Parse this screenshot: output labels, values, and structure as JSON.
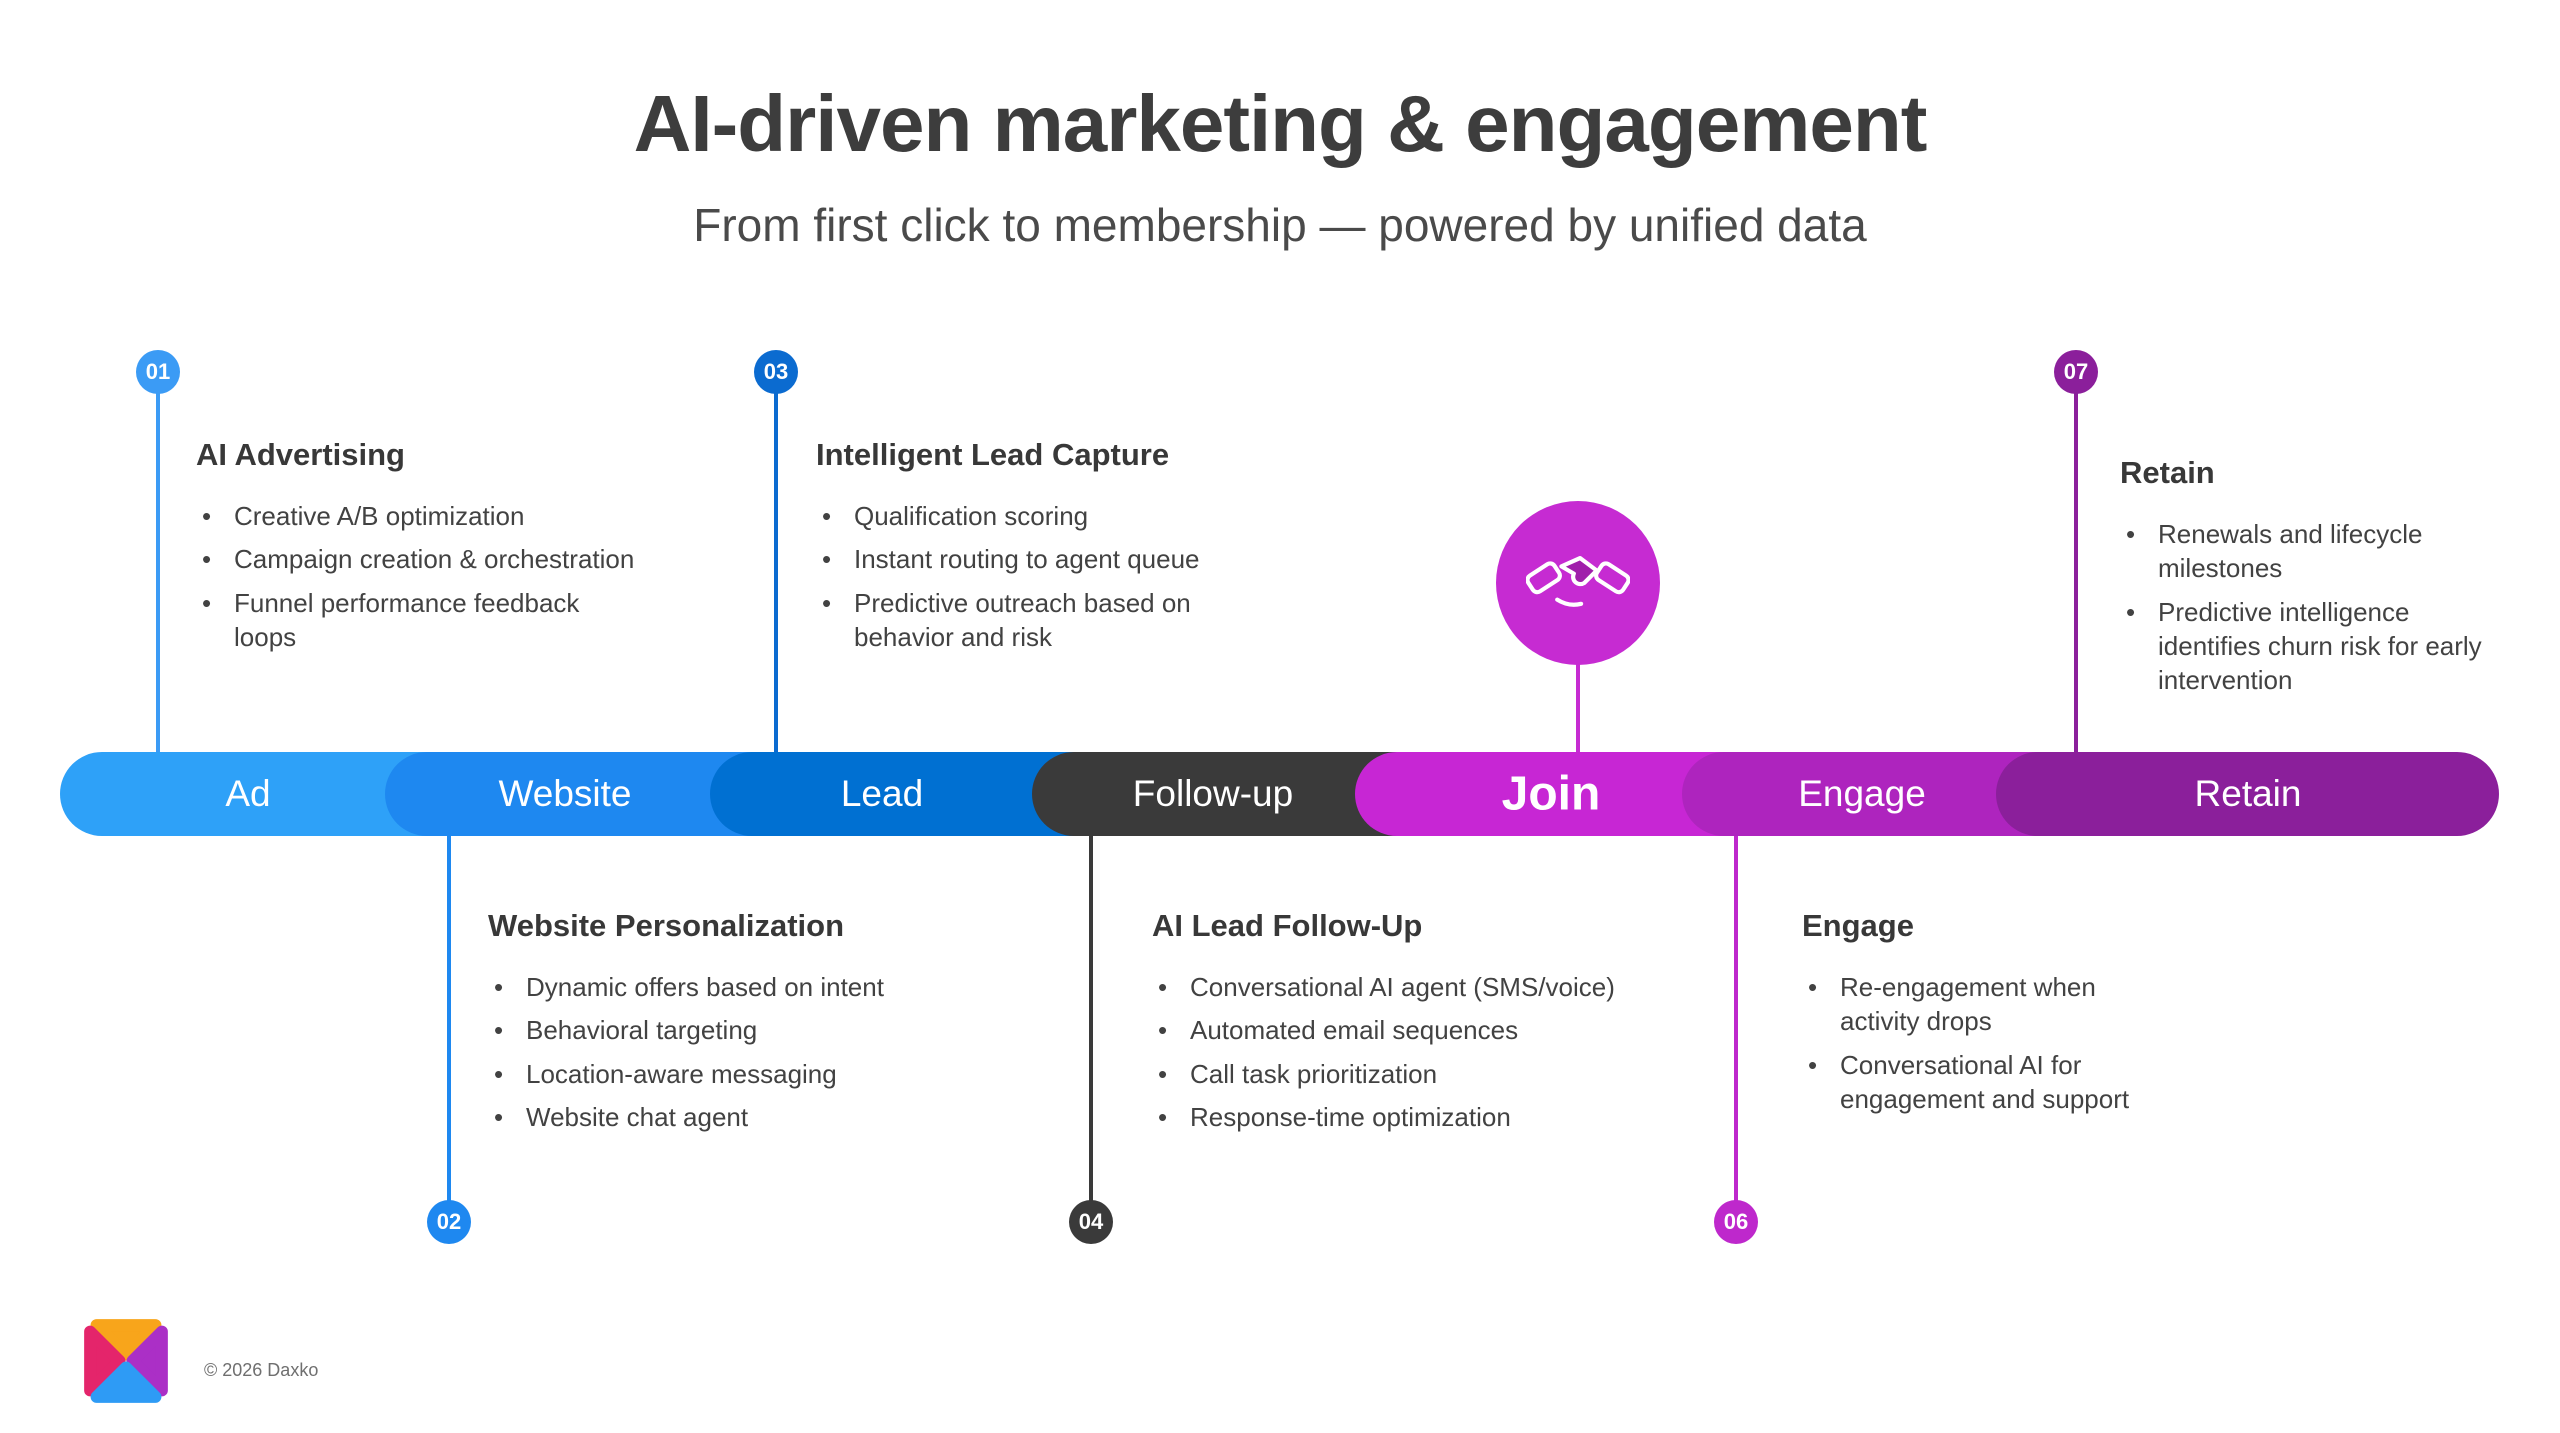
{
  "header": {
    "title": "AI-driven marketing & engagement",
    "subtitle": "From first click to membership — powered by unified data"
  },
  "stages": [
    {
      "label": "Ad",
      "color": "#2ea1f8"
    },
    {
      "label": "Website",
      "color": "#1e88f0"
    },
    {
      "label": "Lead",
      "color": "#0070d2"
    },
    {
      "label": "Follow-up",
      "color": "#3a3a3a"
    },
    {
      "label": "Join",
      "color": "#c726d4",
      "emphasis": true
    },
    {
      "label": "Engage",
      "color": "#ae24be"
    },
    {
      "label": "Retain",
      "color": "#8b1f9b"
    }
  ],
  "callouts": [
    {
      "number": "01",
      "position": "top",
      "color": "#3b9bf5",
      "title": "AI Advertising",
      "bullets": [
        "Creative A/B optimization",
        "Campaign creation & orchestration",
        "Funnel performance feedback loops"
      ]
    },
    {
      "number": "02",
      "position": "bottom",
      "color": "#1e88f0",
      "title": "Website Personalization",
      "bullets": [
        "Dynamic offers based on intent",
        "Behavioral targeting",
        "Location-aware messaging",
        "Website chat agent"
      ]
    },
    {
      "number": "03",
      "position": "top",
      "color": "#0b6bd0",
      "title": "Intelligent Lead Capture",
      "bullets": [
        "Qualification scoring",
        "Instant routing to agent queue",
        "Predictive outreach based on behavior and risk"
      ]
    },
    {
      "number": "04",
      "position": "bottom",
      "color": "#3a3a3a",
      "title": "AI Lead Follow-Up",
      "bullets": [
        "Conversational AI agent (SMS/voice)",
        "Automated email sequences",
        "Call task prioritization",
        "Response-time optimization"
      ]
    },
    {
      "number": "06",
      "position": "bottom",
      "color": "#be28cc",
      "title": "Engage",
      "bullets": [
        "Re-engagement when activity drops",
        "Conversational AI for engagement and support"
      ]
    },
    {
      "number": "07",
      "position": "top",
      "color": "#8b1f9b",
      "title": "Retain",
      "bullets": [
        "Renewals and lifecycle milestones",
        "Predictive intelligence identifies churn risk for early intervention"
      ]
    }
  ],
  "join_icon": {
    "name": "handshake-icon",
    "circle_color": "#c62bd2"
  },
  "footer": {
    "copyright": "© 2026 Daxko",
    "logo_colors": {
      "top": "#f8a51b",
      "left": "#e4256b",
      "right": "#ab2fc6",
      "bottom": "#2e9bf5"
    }
  }
}
